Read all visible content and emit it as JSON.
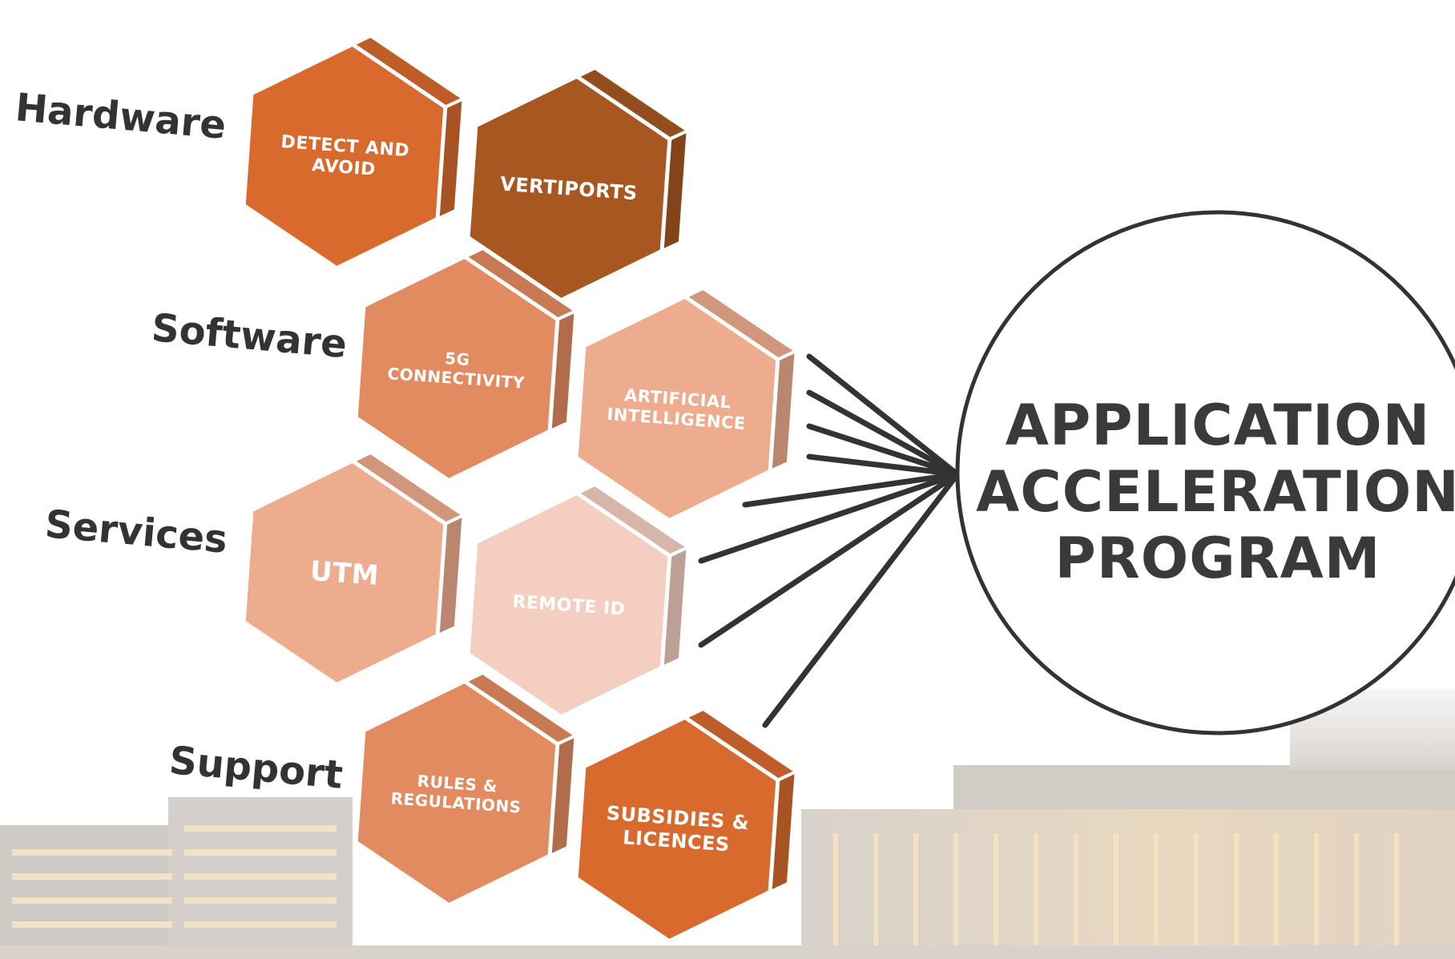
{
  "categories": {
    "hardware": "Hardware",
    "software": "Software",
    "services": "Services",
    "support": "Support"
  },
  "hexagons": {
    "detect_avoid": [
      "DETECT AND",
      "AVOID"
    ],
    "vertiports": [
      "VERTIPORTS"
    ],
    "connectivity_5g": [
      "5G",
      "CONNECTIVITY"
    ],
    "ai": [
      "ARTIFICIAL",
      "INTELLIGENCE"
    ],
    "utm": [
      "UTM"
    ],
    "remote_id": [
      "REMOTE ID"
    ],
    "rules": [
      "RULES &",
      "REGULATIONS"
    ],
    "subsidies": [
      "SUBSIDIES &",
      "LICENCES"
    ]
  },
  "program": [
    "APPLICATION",
    "ACCELERATION",
    "PROGRAM"
  ],
  "colors": {
    "dark_orange": "#d86a2e",
    "darker_orange": "#a85720",
    "mid_orange": "#e38b60",
    "light_orange": "#eeac8e",
    "pale_orange": "#f4cec0",
    "text_dark": "#333333",
    "connector": "#333333"
  }
}
